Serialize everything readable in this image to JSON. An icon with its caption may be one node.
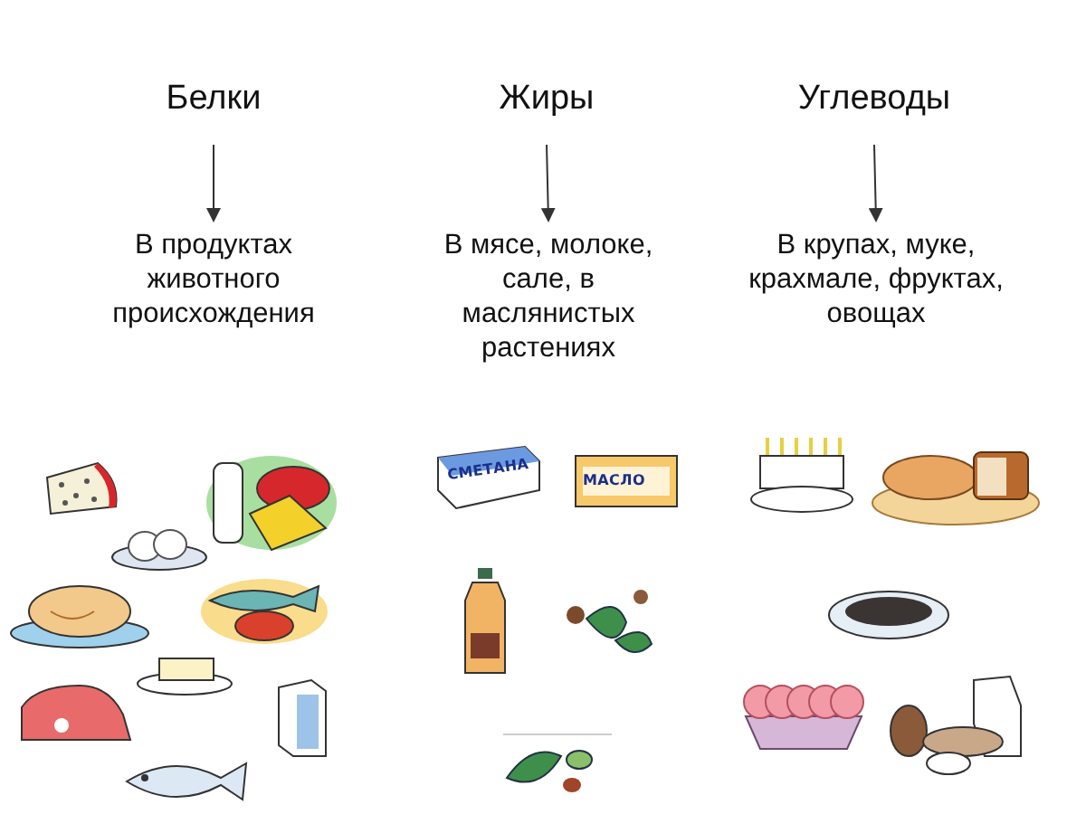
{
  "diagram": {
    "nodes": [
      {
        "text": [
          "Белки"
        ]
      },
      {
        "text": [
          "Жиры"
        ]
      },
      {
        "text": [
          "Углеводы"
        ]
      },
      {
        "text": [
          "В продуктах животного происхождения"
        ]
      },
      {
        "text": [
          "В мясе, молоке, сале, в маслянистых растениях"
        ]
      },
      {
        "text": [
          "В крупах, муке, крахмале, фруктах, овощах"
        ]
      }
    ],
    "edges": [
      {
        "from": 0,
        "to": 3,
        "arrow": "to"
      },
      {
        "from": 1,
        "to": 4,
        "arrow": "to"
      },
      {
        "from": 2,
        "to": 5,
        "arrow": "to"
      }
    ],
    "labels": [
      "СМЕТАНА",
      "МАСЛО"
    ]
  }
}
